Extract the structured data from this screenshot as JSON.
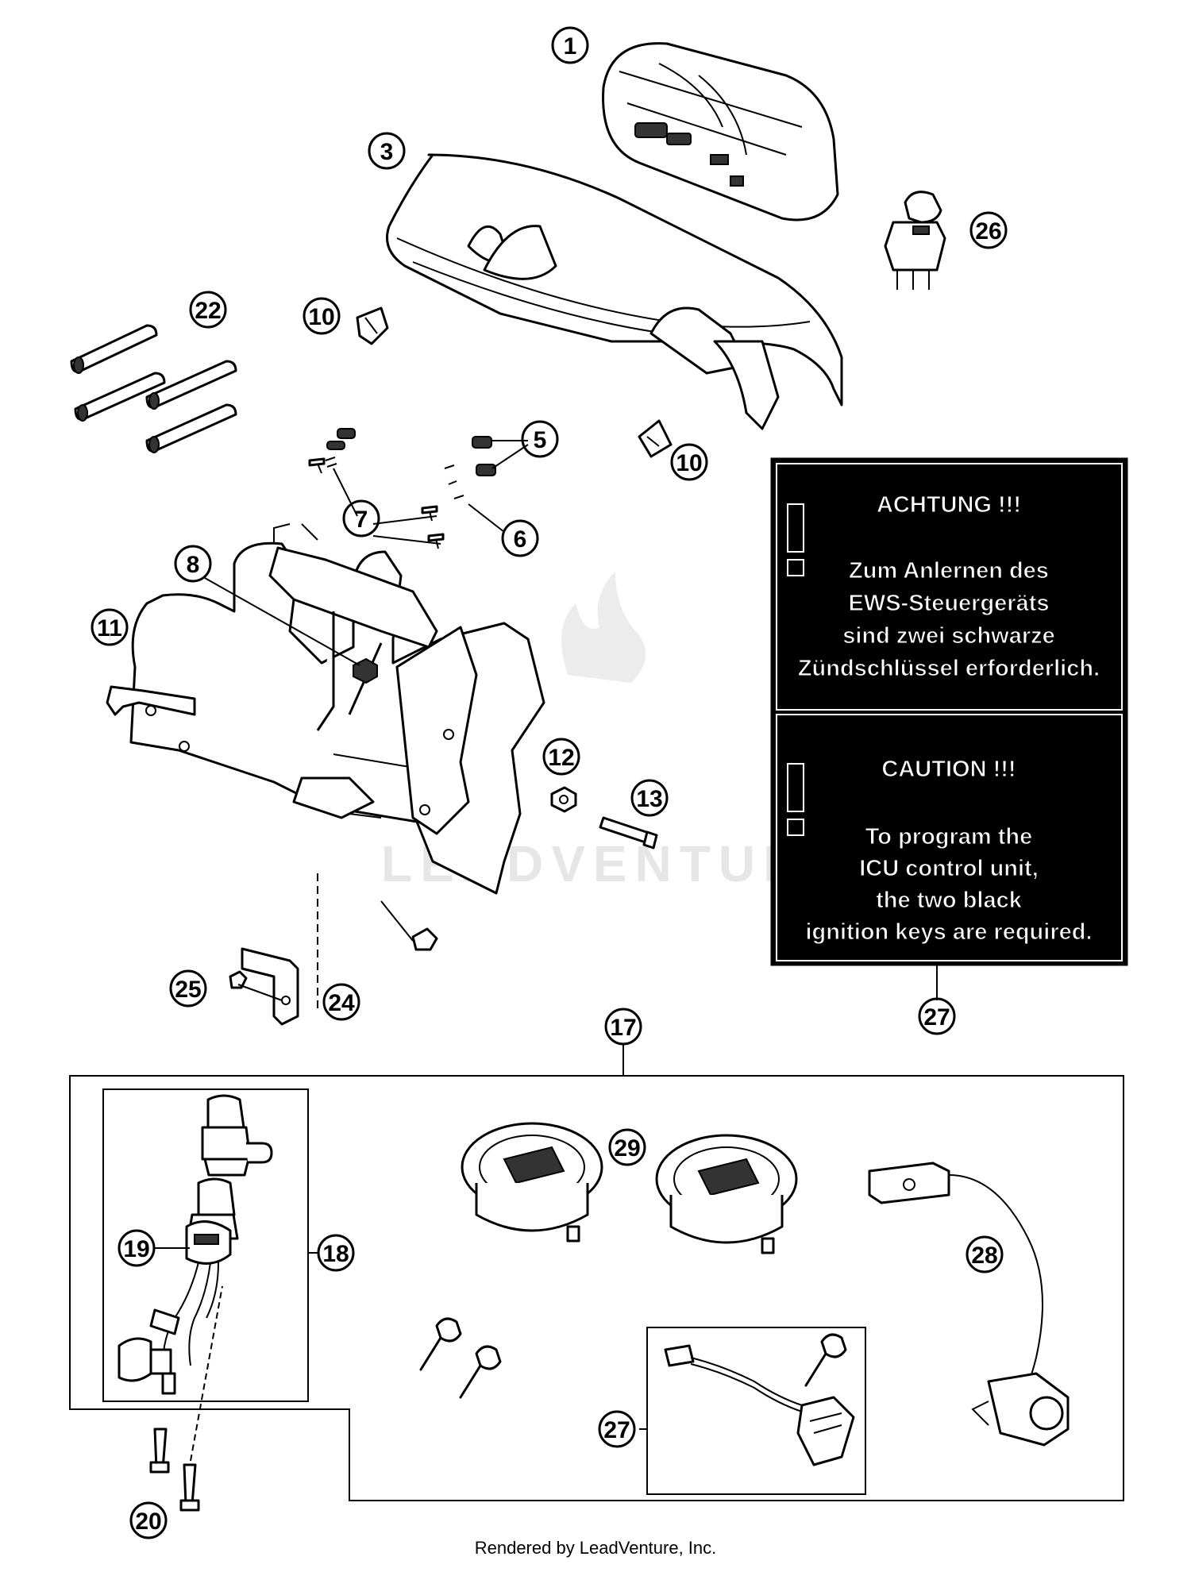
{
  "callouts": {
    "c1": "1",
    "c3": "3",
    "c26": "26",
    "c22": "22",
    "c10a": "10",
    "c10b": "10",
    "c5": "5",
    "c6": "6",
    "c7": "7",
    "c8": "8",
    "c11": "11",
    "c12": "12",
    "c13": "13",
    "c24": "24",
    "c25": "25",
    "c27a": "27",
    "c17": "17",
    "c18": "18",
    "c19": "19",
    "c20": "20",
    "c29": "29",
    "c28": "28",
    "c27b": "27"
  },
  "warning_de": {
    "title": "ACHTUNG !!!",
    "line1": "Zum Anlernen des",
    "line2": "EWS-Steuergeräts",
    "line3": "sind zwei schwarze",
    "line4": "Zündschlüssel erforderlich."
  },
  "warning_en": {
    "title": "CAUTION !!!",
    "line1": "To program the",
    "line2": "ICU control unit,",
    "line3": "the two black",
    "line4": "ignition keys are required."
  },
  "watermark": "LEADVENTURE",
  "footer": "Rendered by LeadVenture, Inc."
}
